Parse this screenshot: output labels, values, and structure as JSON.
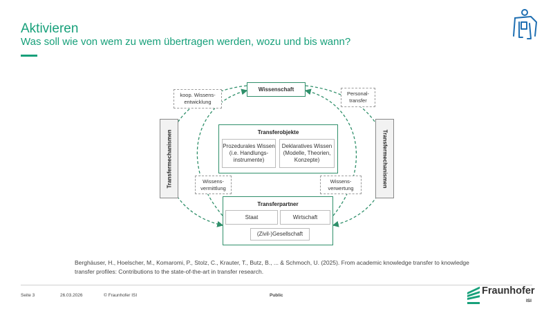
{
  "header": {
    "title": "Aktivieren",
    "subtitle": "Was soll wie von wem zu wem übertragen werden, wozu und bis wann?"
  },
  "diagram": {
    "top_box": "Wissenschaft",
    "transfer_objects": {
      "title": "Transferobjekte",
      "left": "Prozedurales Wissen (i.e. Handlungs-instrumente)",
      "right": "Deklaratives Wissen (Modelle, Theorien, Konzepte)"
    },
    "transfer_partners": {
      "title": "Transferpartner",
      "staat": "Staat",
      "wirtschaft": "Wirtschaft",
      "gesellschaft": "(Zivil-)Gesellschaft"
    },
    "mechanisms_left": "Transfermechanismen",
    "mechanisms_right": "Transfermechanismen",
    "labels": {
      "koop": "koop. Wissens-entwicklung",
      "personal": "Personal-transfer",
      "vermittlung": "Wissens-vermittlung",
      "verwertung": "Wissens-verwertung"
    }
  },
  "citation": "Berghäuser, H., Hoelscher, M., Komaromi, P., Stolz, C., Krauter, T., Butz, B., ... & Schmoch, U. (2025). From academic knowledge transfer to knowledge transfer profiles: Contributions to the state-of-the-art in transfer research.",
  "footer": {
    "page": "Seite 3",
    "date": "26.03.2026",
    "copyright": "© Fraunhofer ISI",
    "classification": "Public",
    "brand": "Fraunhofer",
    "brand_sub": "ISI"
  },
  "colors": {
    "accent": "#17a07a",
    "arrow": "#2f8f6a"
  },
  "icons": [
    "person-lifting-icon",
    "fraunhofer-logo-icon"
  ]
}
